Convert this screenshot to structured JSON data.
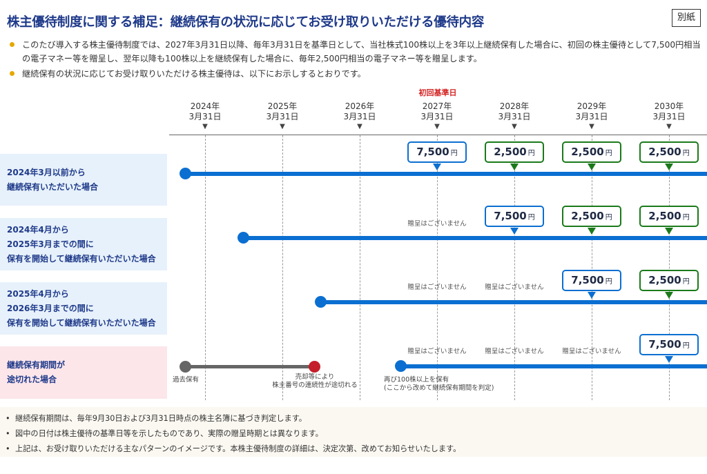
{
  "title": "株主優待制度に関する補足：継続保有の状況に応じてお受け取りいただける優待内容",
  "tag": "別紙",
  "bullets": [
    "このたび導入する株主優待制度では、2027年3月31日以降、毎年3月31日を基準日として、当社株式100株以上を3年以上継続保有した場合に、初回の株主優待として7,500円相当の電子マネー等を贈呈し、翌年以降も100株以上を継続保有した場合に、毎年2,500円相当の電子マネー等を贈呈します。",
    "継続保有の状況に応じてお受け取りいただける株主優待は、以下にお示しするとおりです。"
  ],
  "first_base_label": "初回基準日",
  "dates": [
    {
      "year": "2024年",
      "day": "3月31日"
    },
    {
      "year": "2025年",
      "day": "3月31日"
    },
    {
      "year": "2026年",
      "day": "3月31日"
    },
    {
      "year": "2027年",
      "day": "3月31日"
    },
    {
      "year": "2028年",
      "day": "3月31日"
    },
    {
      "year": "2029年",
      "day": "3月31日"
    },
    {
      "year": "2030年",
      "day": "3月31日"
    }
  ],
  "rows": [
    {
      "lines": [
        "2024年3月以前から",
        "継続保有いただいた場合"
      ]
    },
    {
      "lines": [
        "2024年4月から",
        "2025年3月までの間に",
        "保有を開始して継続保有いただいた場合"
      ]
    },
    {
      "lines": [
        "2025年4月から",
        "2026年3月までの間に",
        "保有を開始して継続保有いただいた場合"
      ]
    },
    {
      "lines": [
        "継続保有期間が",
        "途切れた場合"
      ]
    }
  ],
  "amount_7500": "7,500",
  "amount_2500": "2,500",
  "yen": "円",
  "no_gift": "贈呈はございません",
  "notes": {
    "past_holding": "過去保有",
    "sold_line1": "売却等により",
    "sold_line2": "株主番号の連続性が途切れる",
    "rehold_line1": "再び100株以上を保有",
    "rehold_line2": "(ここから改めて継続保有期間を判定)"
  },
  "footer_notes": [
    "継続保有期間は、毎年9月30日および3月31日時点の株主名簿に基づき判定します。",
    "図中の日付は株主優待の基準日等を示したものであり、実際の贈呈時期とは異なります。",
    "上記は、お受け取りいただける主なパターンのイメージです。本株主優待制度の詳細は、決定次第、改めてお知らせいたします。"
  ],
  "colors": {
    "title": "#1f3a8a",
    "line_blue": "#0b6fd1",
    "gift_green": "#1a7a1a",
    "first_base_red": "#d21f1f",
    "bullet_gold": "#e6a800"
  }
}
